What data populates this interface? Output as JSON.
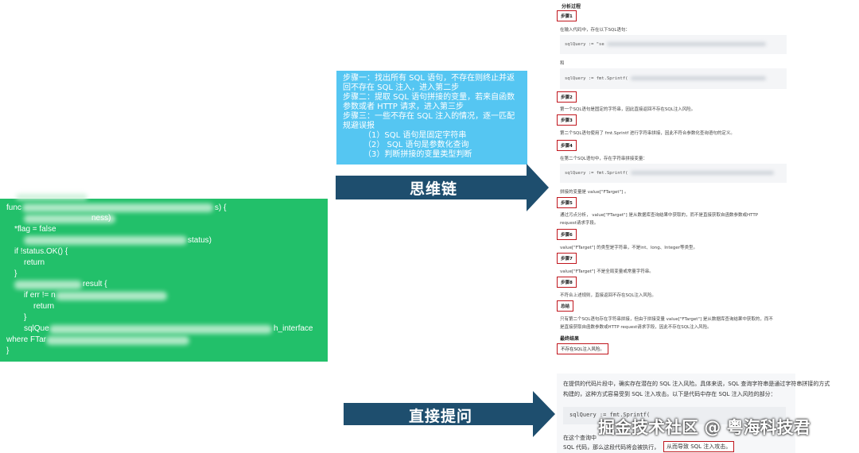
{
  "code_block": {
    "lines": [
      "func",
      "ness)",
      "*flag = false",
      "status)",
      "if !status.OK() {",
      "return",
      "}",
      "result {",
      "if err != n",
      "return",
      "}",
      "sqlQue",
      "h_interface",
      "where FTar",
      "}"
    ]
  },
  "steps_box": {
    "step1": "步骤一：找出所有 SQL 语句，不存在则终止并返回不存在 SQL 注入，进入第二步",
    "step2": "步骤二：提取 SQL 语句拼接的变量，若来自函数参数或者 HTTP 请求，进入第三步",
    "step3": "步骤三：一些不存在 SQL 注入的情况，逐一匹配规避误报",
    "sub1": "（1）SQL 语句是固定字符串",
    "sub2": "（2） SQL 语句是参数化查询",
    "sub3": "（3）判断拼接的变量类型判断"
  },
  "arrows": {
    "cot": "思维链",
    "direct": "直接提问"
  },
  "analysis": {
    "title": "分析过程",
    "step1": "步骤1",
    "step1_text": "在输入代码中，存在以下SQL语句：",
    "code1": "sqlQuery := \"se",
    "and": "和",
    "code2": "sqlQuery := fmt.Sprintf(",
    "step2": "步骤2",
    "step2_text": "第一个SQL语句是固定的字符串，因此直接返回不存在SQL注入风险。",
    "step3": "步骤3",
    "step3_text": "第二个SQL语句使用了 fmt.Sprintf 进行字符串拼接，因此不符合参数化查询语句的定义。",
    "step4": "步骤4",
    "step4_text": "在第二个SQL语句中，存在字符串拼接变量：",
    "code3": "sqlQuery := fmt.Sprintf(",
    "var_text": "拼接的变量是 value[\"FTarget\"] 。",
    "step5": "步骤5",
    "step5_text1": "通过污点分析， value[\"FTarget\"] 是从数据库查询结果中获取的，而不是直接获取自函数参数或HTTP",
    "step5_text2": "request请求字段。",
    "step6": "步骤6",
    "step6_text": "value[\"FTarget\"] 的类型是字符串，不是int、long、Integer等类型。",
    "step7": "步骤7",
    "step7_text": "value[\"FTarget\"] 不是全局变量或常量字符串。",
    "step8": "步骤8",
    "step8_text": "不符合上述规则，直接返回不存在SQL注入风险。",
    "summary": "总结",
    "summary_text1": "只有第二个SQL语句存在字符串拼接，但由于拼接变量 value[\"FTarget\"] 是从数据库查询结果中获取的，而不",
    "summary_text2": "是直接获取自函数参数或HTTP request请求字段，因此不存在SQL注入风险。",
    "final_title": "最终结果",
    "final": "不存在SQL注入风险。"
  },
  "direct_answer": {
    "line1": "在提供的代码片段中，确实存在潜在的 SQL 注入风险。具体来说，SQL 查询字符串是通过字符串拼接的方式",
    "line2": "构建的，这种方式容易受到 SQL 注入攻击。以下是代码中存在 SQL 注入风险的部分：",
    "code": "sqlQuery := fmt.Sprintf(",
    "line3": "在这个查询中",
    "line4": "SQL 代码，那么这段代码将会被执行，",
    "highlight": "从而导致 SQL 注入攻击。"
  },
  "watermark": "掘金技术社区 @ 粤海科技君",
  "colors": {
    "green": "#22c06a",
    "blue": "#55c6f2",
    "arrow": "#1e4e6e",
    "red": "#c0161d"
  }
}
